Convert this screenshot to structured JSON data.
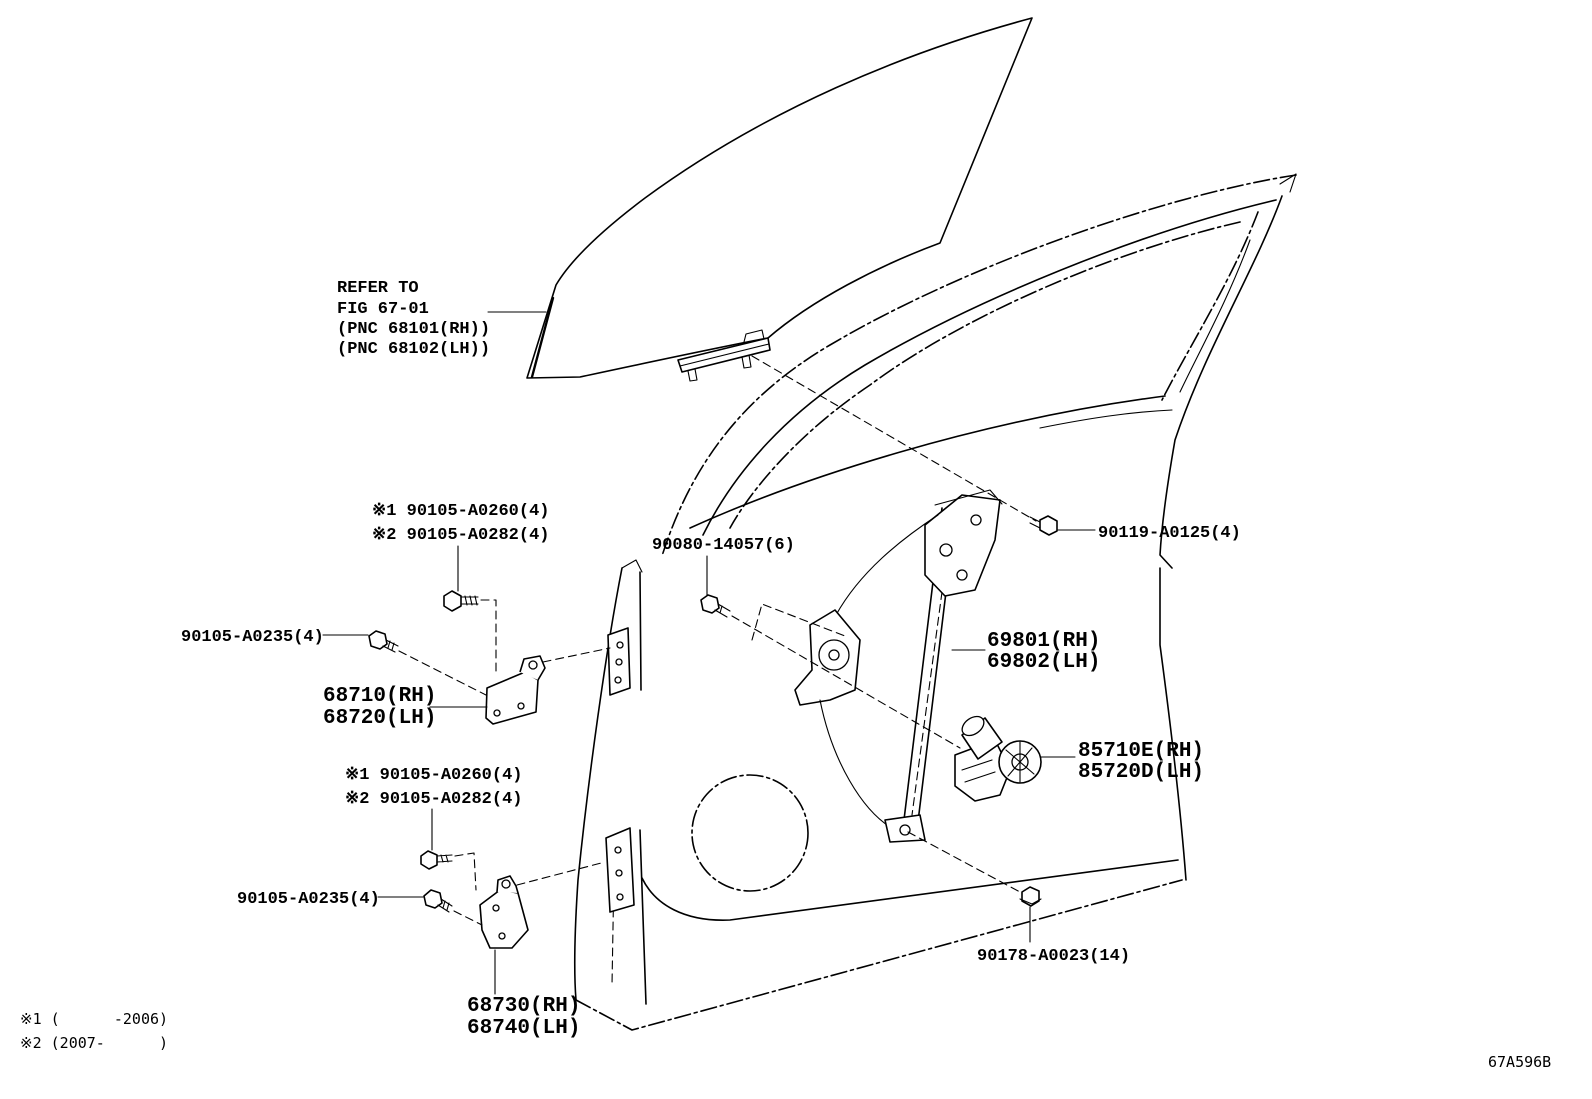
{
  "diagram_code": "67A596B",
  "glass_reference": [
    "REFER TO",
    "FIG 67-01",
    "(PNC 68101(RH))",
    "(PNC 68102(LH))"
  ],
  "glass_bolt": "90119-A0125(4)",
  "upper_hinge": {
    "bolt_note_1": "※1 90105-A0260(4)",
    "bolt_note_2": "※2 90105-A0282(4)",
    "side_bolt": "90105-A0235(4)",
    "part_rh": "68710(RH)",
    "part_lh": "68720(LH)"
  },
  "lower_hinge": {
    "bolt_note_1": "※1 90105-A0260(4)",
    "bolt_note_2": "※2 90105-A0282(4)",
    "side_bolt": "90105-A0235(4)",
    "part_rh": "68730(RH)",
    "part_lh": "68740(LH)"
  },
  "regulator": {
    "bolt": "90080-14057(6)",
    "part_rh": "69801(RH)",
    "part_lh": "69802(LH)",
    "nut": "90178-A0023(14)"
  },
  "motor": {
    "part_rh": "85710E(RH)",
    "part_lh": "85720D(LH)"
  },
  "footnotes": [
    "※1 (      -2006)",
    "※2 (2007-      )"
  ],
  "colors": {
    "ink": "#000000",
    "background": "#ffffff"
  }
}
